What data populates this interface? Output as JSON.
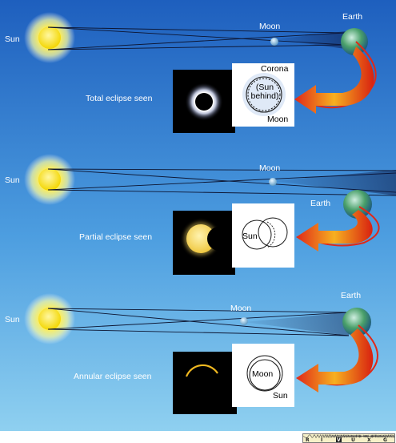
{
  "panels": [
    {
      "sun_label": "Sun",
      "moon_label": "Moon",
      "earth_label": "Earth",
      "seen_label": "Total eclipse seen",
      "diagram_labels": [
        "Corona",
        "(Sun",
        "behind)",
        "Moon"
      ]
    },
    {
      "sun_label": "Sun",
      "moon_label": "Moon",
      "earth_label": "Earth",
      "seen_label": "Partial eclipse seen",
      "diagram_labels": [
        "Sun"
      ]
    },
    {
      "sun_label": "Sun",
      "moon_label": "Moon",
      "earth_label": "Earth",
      "seen_label": "Annular eclipse seen",
      "diagram_labels": [
        "Moon",
        "Sun"
      ]
    }
  ],
  "spectrum_bar": {
    "bands": [
      "R",
      "I",
      "V",
      "U",
      "X",
      "G"
    ],
    "highlighted": "V"
  },
  "colors": {
    "sky_top": "#1e5fbe",
    "sky_bottom": "#8fd0f0",
    "sun": "#ffe94a",
    "arrow": "#e03018"
  }
}
